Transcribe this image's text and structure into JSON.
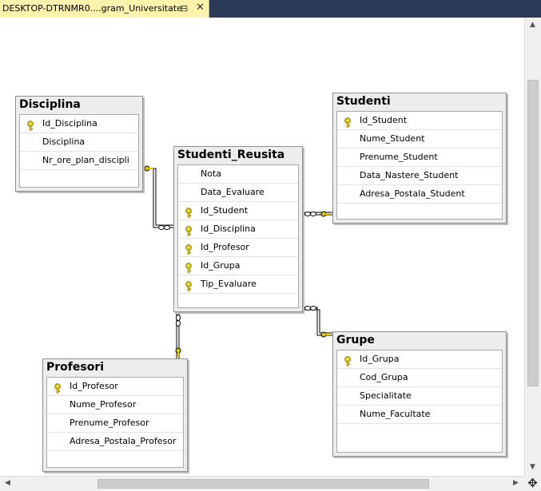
{
  "tab": {
    "title": "DESKTOP-DTRNMR0....gram_Universitate",
    "pin_icon": "pin-icon",
    "close_icon": "close-icon"
  },
  "tables": {
    "disciplina": {
      "name": "Disciplina",
      "columns": [
        {
          "name": "Id_Disciplina",
          "key": true
        },
        {
          "name": "Disciplina",
          "key": false
        },
        {
          "name": "Nr_ore_plan_discipli",
          "key": false
        }
      ]
    },
    "studenti": {
      "name": "Studenti",
      "columns": [
        {
          "name": "Id_Student",
          "key": true
        },
        {
          "name": "Nume_Student",
          "key": false
        },
        {
          "name": "Prenume_Student",
          "key": false
        },
        {
          "name": "Data_Nastere_Student",
          "key": false
        },
        {
          "name": "Adresa_Postala_Student",
          "key": false
        }
      ]
    },
    "studenti_reusita": {
      "name": "Studenti_Reusita",
      "columns": [
        {
          "name": "Nota",
          "key": false
        },
        {
          "name": "Data_Evaluare",
          "key": false
        },
        {
          "name": "Id_Student",
          "key": true
        },
        {
          "name": "Id_Disciplina",
          "key": true
        },
        {
          "name": "Id_Profesor",
          "key": true
        },
        {
          "name": "Id_Grupa",
          "key": true
        },
        {
          "name": "Tip_Evaluare",
          "key": true
        }
      ]
    },
    "profesori": {
      "name": "Profesori",
      "columns": [
        {
          "name": "Id_Profesor",
          "key": true
        },
        {
          "name": "Nume_Profesor",
          "key": false
        },
        {
          "name": "Prenume_Profesor",
          "key": false
        },
        {
          "name": "Adresa_Postala_Profesor",
          "key": false
        }
      ]
    },
    "grupe": {
      "name": "Grupe",
      "columns": [
        {
          "name": "Id_Grupa",
          "key": true
        },
        {
          "name": "Cod_Grupa",
          "key": false
        },
        {
          "name": "Specialitate",
          "key": false
        },
        {
          "name": "Nume_Facultate",
          "key": false
        }
      ]
    }
  },
  "relationships": [
    {
      "from": "disciplina",
      "to": "studenti_reusita",
      "one_end": "key-icon",
      "many_end": "infinity-icon"
    },
    {
      "from": "studenti",
      "to": "studenti_reusita",
      "one_end": "key-icon",
      "many_end": "infinity-icon"
    },
    {
      "from": "profesori",
      "to": "studenti_reusita",
      "one_end": "key-icon",
      "many_end": "infinity-icon"
    },
    {
      "from": "grupe",
      "to": "studenti_reusita",
      "one_end": "key-icon",
      "many_end": "infinity-icon"
    }
  ],
  "colors": {
    "tab_background": "#fdf3ad",
    "tab_strip": "#2b3a57",
    "table_header": "#ededed",
    "key_icon": "#e8c800"
  }
}
